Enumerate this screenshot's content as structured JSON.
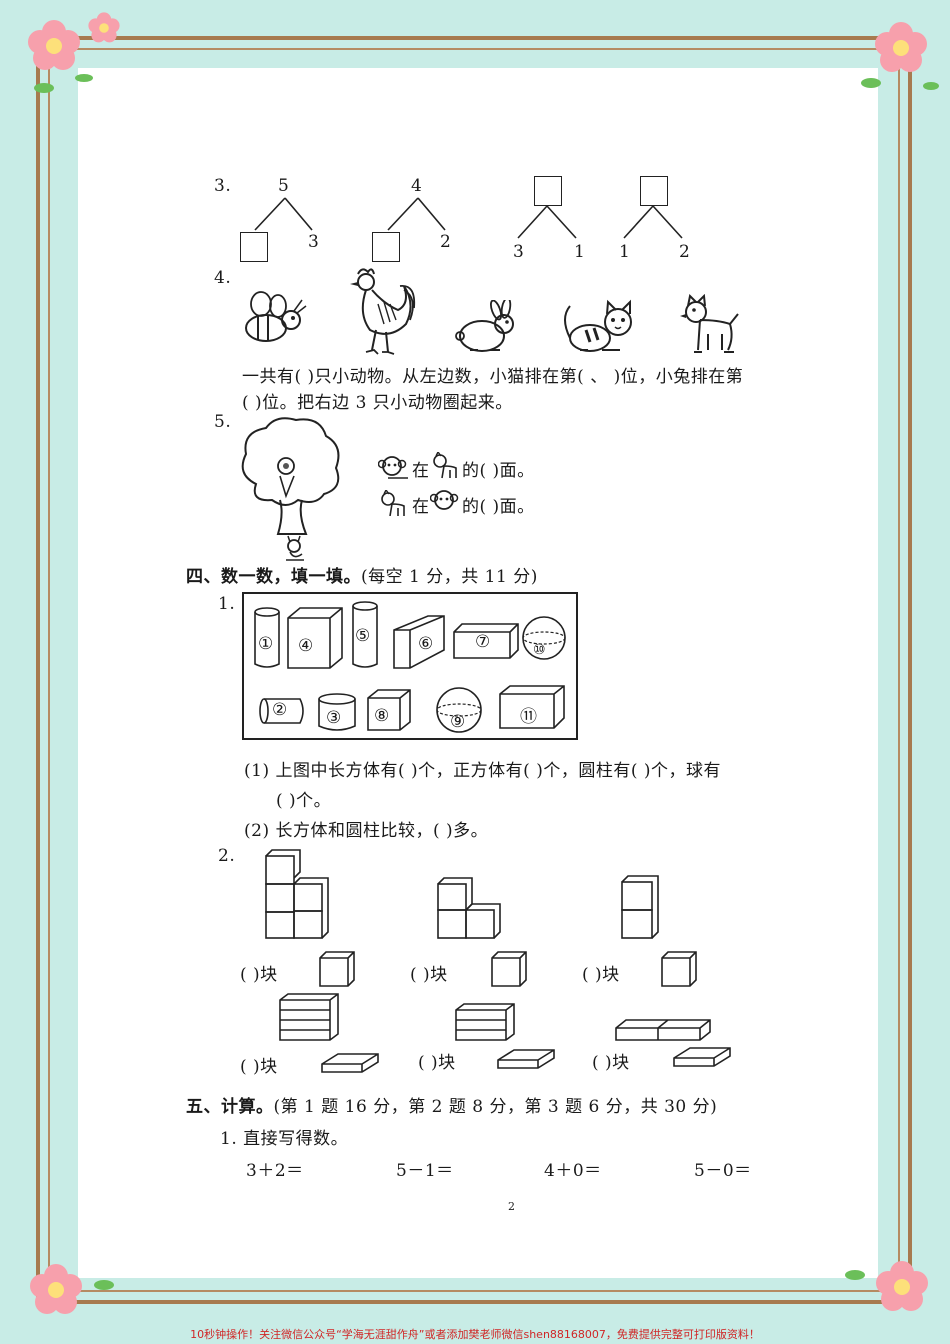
{
  "q3": {
    "label": "3.",
    "trees": [
      {
        "top": "5",
        "left": "",
        "right": "3"
      },
      {
        "top": "4",
        "left": "",
        "right": "2"
      },
      {
        "top": "",
        "left": "3",
        "right": "1"
      },
      {
        "top": "",
        "left": "1",
        "right": "2"
      }
    ]
  },
  "q4": {
    "label": "4.",
    "animals": [
      "bee",
      "rooster",
      "rabbit",
      "cat",
      "dog"
    ],
    "line1": "一共有(    )只小动物。从左边数，小猫排在第(  、 )位，小兔排在第",
    "line2": "(    )位。把右边 3 只小动物圈起来。"
  },
  "q5": {
    "label": "5.",
    "row1_a": "在",
    "row1_b": "的(    )面。",
    "row2_a": "在",
    "row2_b": "的(    )面。"
  },
  "section4": {
    "title": "四、数一数，填一填。",
    "note": "(每空 1 分，共 11 分)",
    "q1_label": "1.",
    "shape_labels": [
      "①",
      "④",
      "⑤",
      "⑥",
      "⑦",
      "⑩",
      "②",
      "③",
      "⑧",
      "⑨",
      "⑪"
    ],
    "q1_sub1_a": "(1) 上图中长方体有(    )个，正方体有(    )个，圆柱有(    )个，球有",
    "q1_sub1_b": "(    )个。",
    "q1_sub2": "(2) 长方体和圆柱比较，(     )多。",
    "q2_label": "2.",
    "blocks_label": "(    )块"
  },
  "section5": {
    "title": "五、计算。",
    "note": "(第 1 题 16 分，第 2 题 8 分，第 3 题 6 分，共 30 分)",
    "q1": "1. 直接写得数。",
    "equations": [
      "3＋2＝",
      "5－1＝",
      "4＋0＝",
      "5－0＝"
    ]
  },
  "page_number": "2",
  "footer": "10秒钟操作！关注微信公众号“学海无涯甜作舟”或者添加樊老师微信shen88168007，免费提供完整可打印版资料！",
  "colors": {
    "background": "#c8ece6",
    "frame": "#a77a4f",
    "flower": "#f7a0ac",
    "footer_text": "#d02626"
  }
}
